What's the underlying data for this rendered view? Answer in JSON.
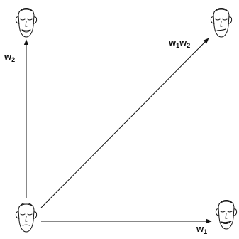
{
  "labels": {
    "w1": {
      "main": "w",
      "sub": "1"
    },
    "w2": {
      "main": "w",
      "sub": "2"
    },
    "w1w2": {
      "main1": "w",
      "sub1": "1",
      "main2": "w",
      "sub2": "2"
    }
  },
  "faces": {
    "origin": "neutral-face-icon",
    "top_left": "smiling-face-icon",
    "top_right": "smirking-face-icon",
    "bottom_right": "lopsided-face-icon"
  },
  "colors": {
    "stroke": "#111111",
    "background": "#ffffff"
  }
}
